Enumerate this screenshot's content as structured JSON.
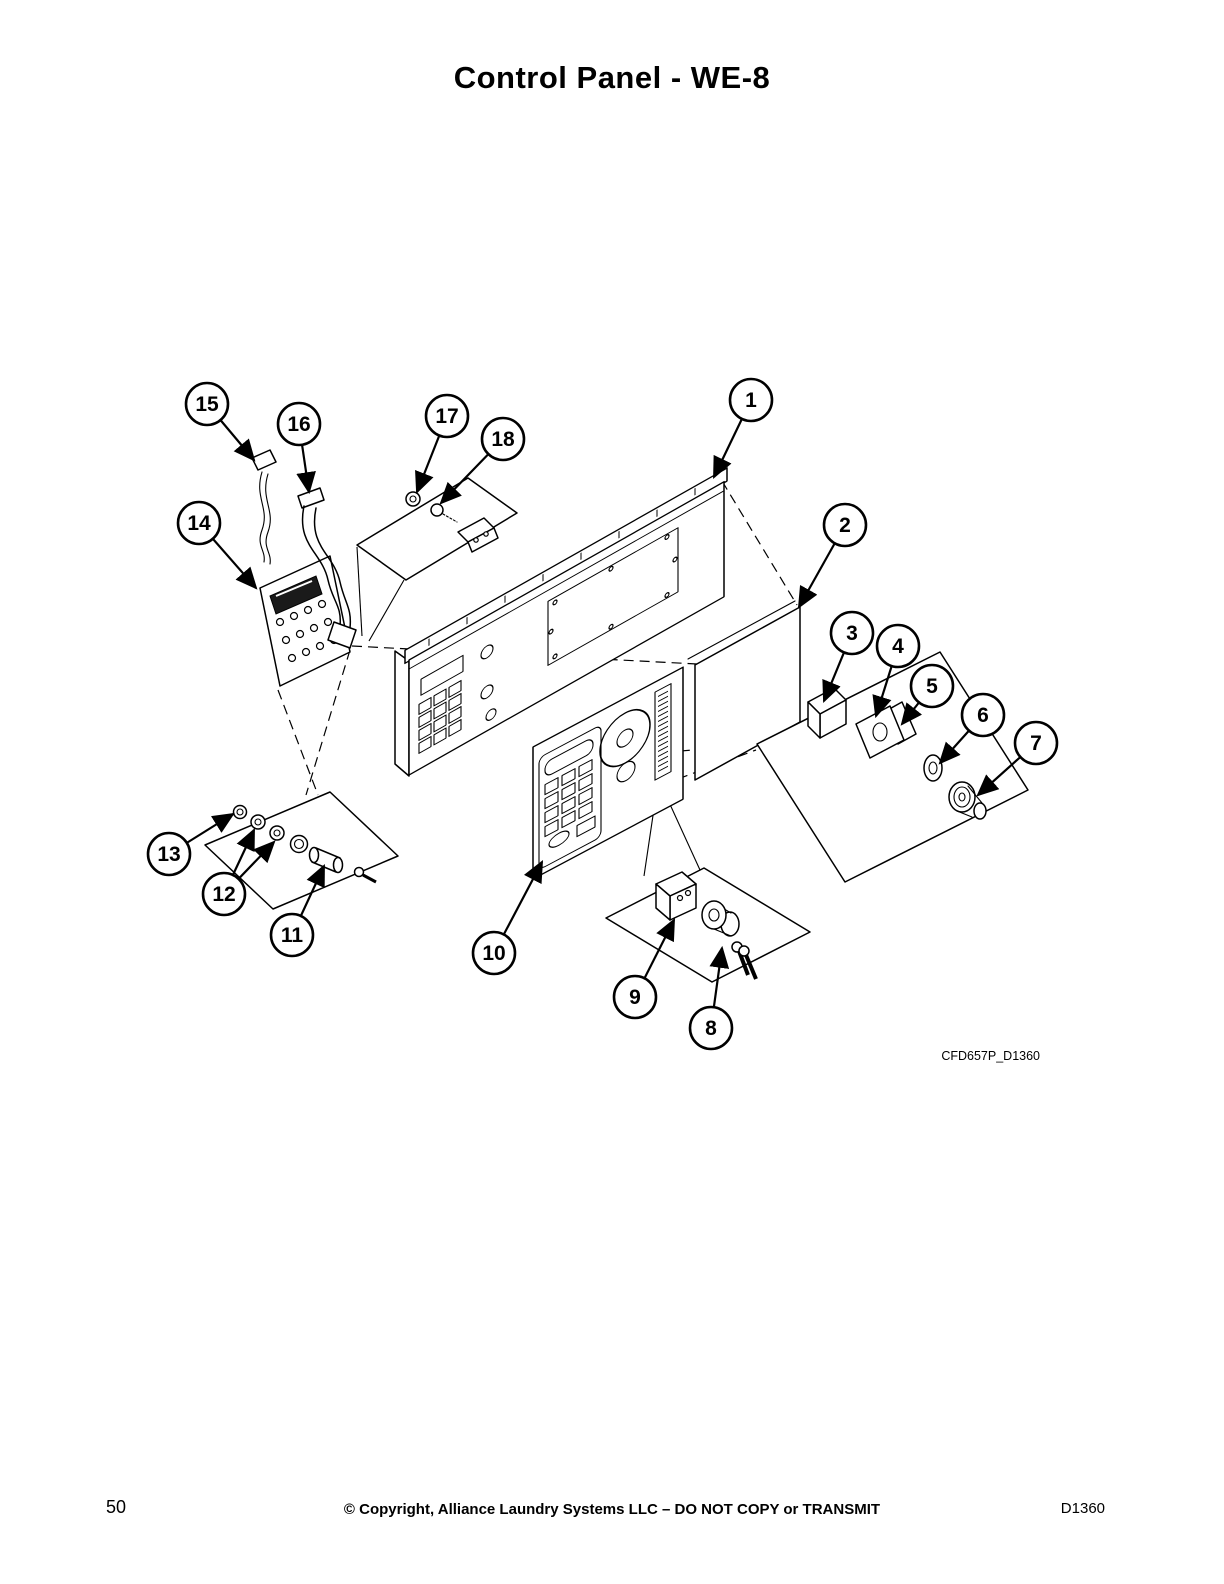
{
  "page": {
    "title": "Control Panel - WE-8",
    "figure_code": "CFD657P_D1360",
    "footer": {
      "page_number": "50",
      "copyright": "© Copyright, Alliance Laundry Systems LLC – DO NOT COPY or TRANSMIT",
      "doc_number": "D1360"
    }
  },
  "diagram": {
    "callouts": [
      "1",
      "2",
      "3",
      "4",
      "5",
      "6",
      "7",
      "8",
      "9",
      "10",
      "11",
      "12",
      "13",
      "14",
      "15",
      "16",
      "17",
      "18"
    ]
  }
}
